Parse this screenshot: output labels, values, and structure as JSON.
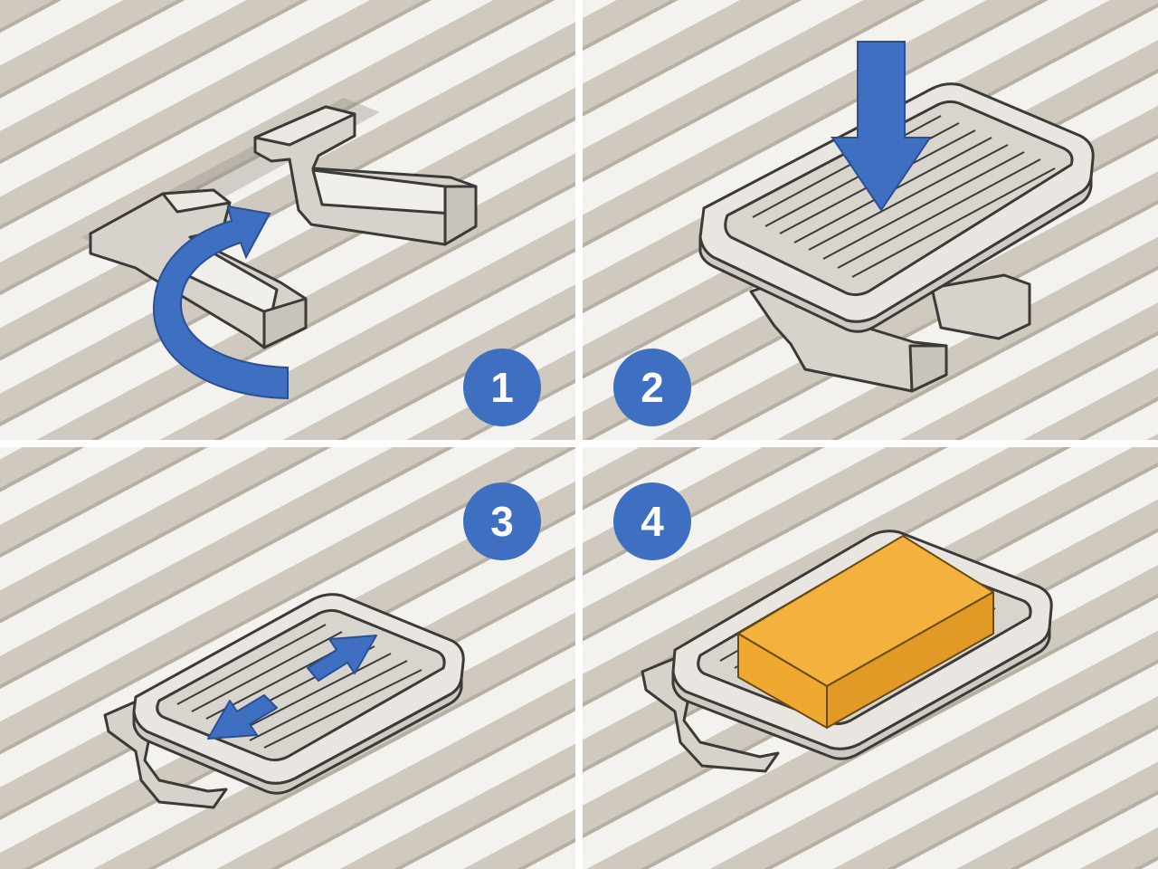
{
  "steps": [
    {
      "number": "1",
      "action": "rotate"
    },
    {
      "number": "2",
      "action": "press-down"
    },
    {
      "number": "3",
      "action": "slide"
    },
    {
      "number": "4",
      "action": "place-soap"
    }
  ],
  "colors": {
    "background_stripe_dark": "#c9c3b8",
    "background_stripe_light": "#f4f2ee",
    "divider": "#ffffff",
    "part": "#e6e3de",
    "part_outline": "#3c3a37",
    "arrow": "#3f6fc0",
    "arrow_edge": "#2b4f93",
    "badge": "#3f6fc0",
    "badge_text": "#ffffff",
    "soap": "#f3b23e",
    "soap_side": "#e09a25",
    "soap_edge": "#6a4a10"
  }
}
